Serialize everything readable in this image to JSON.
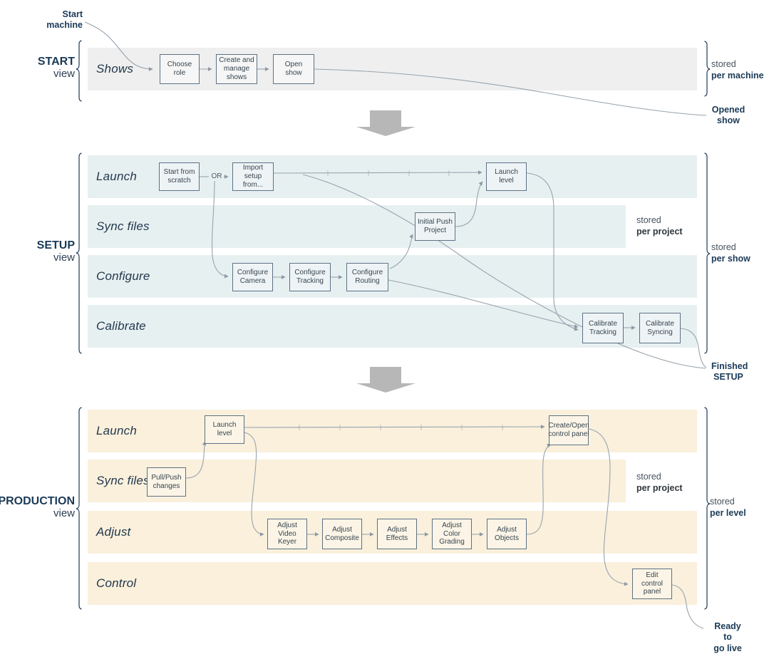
{
  "theme": {
    "band_start": "#efefef",
    "band_setup": "#e7f0f1",
    "band_production": "#faf0dc",
    "box_start": "#f6f6f6",
    "box_setup": "#eef4f6",
    "box_production": "#fcf5e7",
    "box_border": "#5d7184",
    "line": "#97a3ad",
    "navy": "#1b3a57",
    "arrow_gray": "#b7b7b7"
  },
  "annotations": {
    "start_machine": {
      "l1": "Start",
      "l2": "machine"
    },
    "opened_show": {
      "l1": "Opened",
      "l2": "show"
    },
    "finished_setup": {
      "l1": "Finished",
      "l2": "SETUP"
    },
    "ready_go_live": {
      "l1": "Ready to",
      "l2": "go live"
    }
  },
  "sections": {
    "start": {
      "label": "START",
      "view": "view",
      "rows": [
        "Shows"
      ],
      "stored_machine": {
        "prefix": "stored",
        "scope": "per machine"
      },
      "boxes": {
        "choose_role": "Choose role",
        "create_manage": "Create and manage shows",
        "open_show": "Open show"
      }
    },
    "setup": {
      "label": "SETUP",
      "view": "view",
      "rows": [
        "Launch",
        "Sync files",
        "Configure",
        "Calibrate"
      ],
      "or": "OR",
      "stored_project": {
        "prefix": "stored",
        "scope": "per project"
      },
      "stored_show": {
        "prefix": "stored",
        "scope": "per show"
      },
      "boxes": {
        "start_scratch": "Start from scratch",
        "import_setup": "Import setup from...",
        "launch_level": "Launch level",
        "initial_push": "Initial Push Project",
        "conf_camera": "Configure Camera",
        "conf_tracking": "Configure Tracking",
        "conf_routing": "Configure Routing",
        "cal_tracking": "Calibrate Tracking",
        "cal_syncing": "Calibrate Syncing"
      }
    },
    "production": {
      "label": "PRODUCTION",
      "view": "view",
      "rows": [
        "Launch",
        "Sync files",
        "Adjust",
        "Control"
      ],
      "stored_project": {
        "prefix": "stored",
        "scope": "per project"
      },
      "stored_level": {
        "prefix": "stored",
        "scope": "per level"
      },
      "boxes": {
        "launch_level": "Launch level",
        "pull_push": "Pull/Push changes",
        "adj_video": "Adjust Video Keyer",
        "adj_comp": "Adjust Composite",
        "adj_eff": "Adjust Effects",
        "adj_color": "Adjust Color Grading",
        "adj_obj": "Adjust Objects",
        "create_open": "Create/Open control panel",
        "edit_panel": "Edit control panel"
      }
    }
  }
}
